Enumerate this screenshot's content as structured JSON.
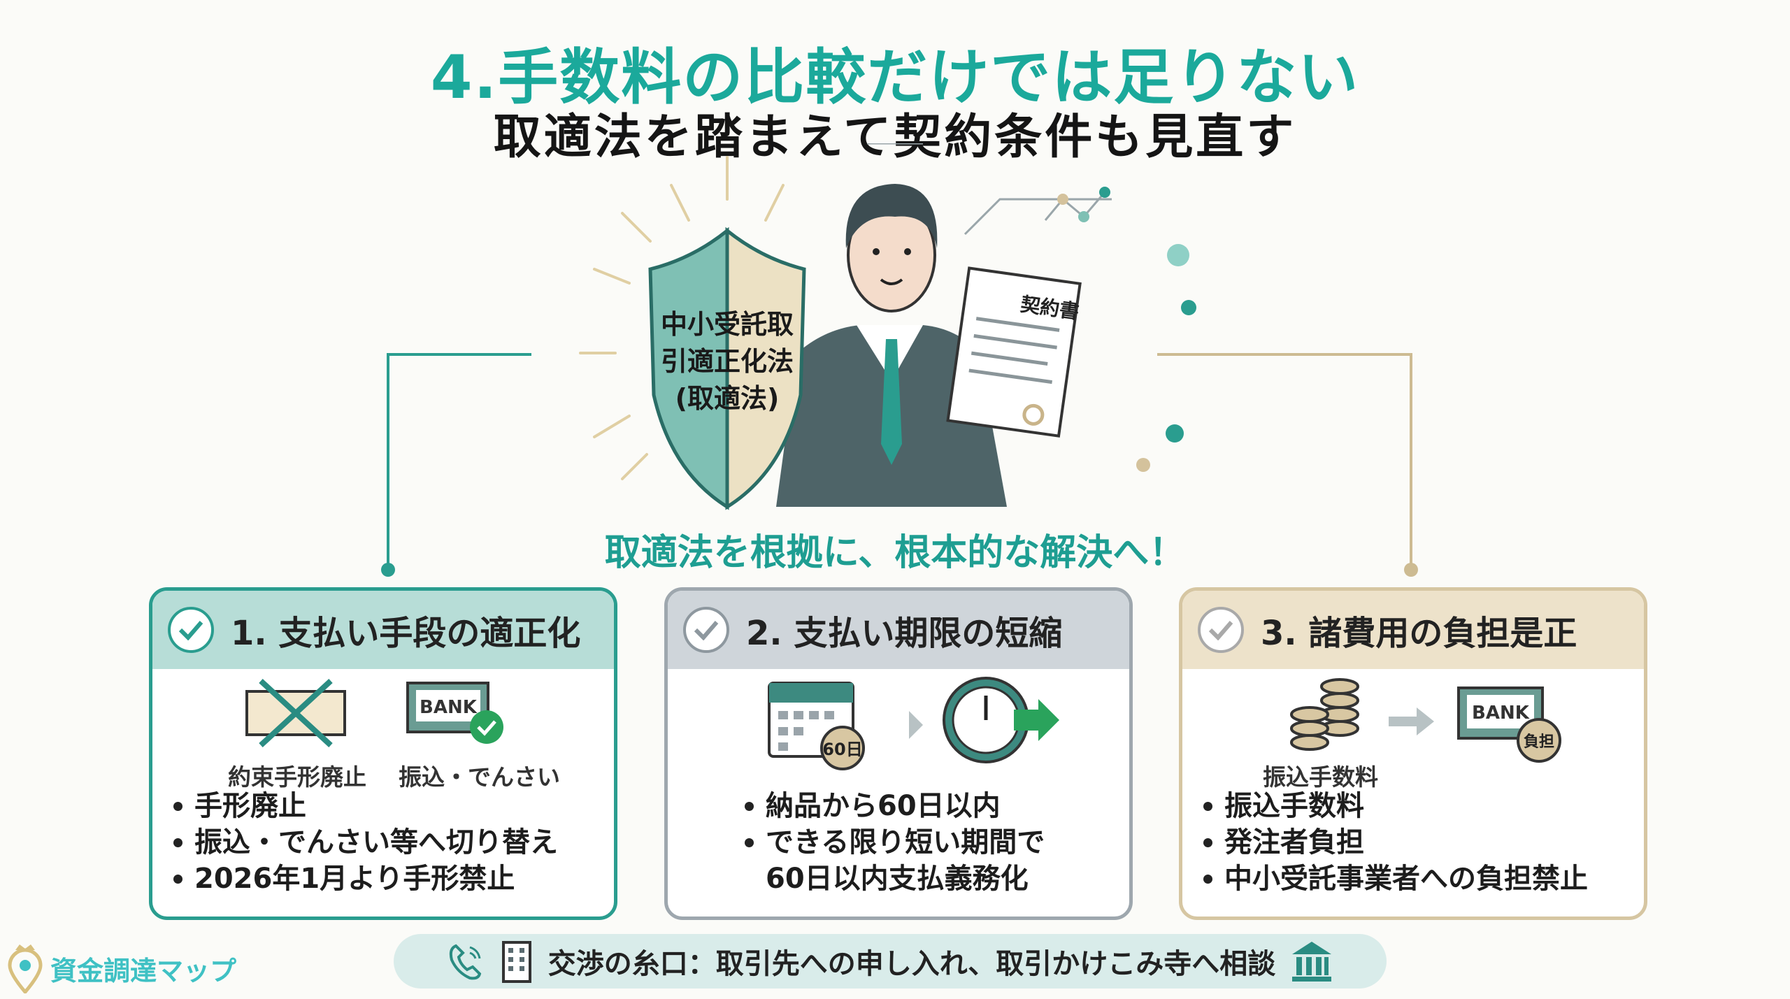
{
  "title": {
    "main": "4.手数料の比較だけでは足りない",
    "sub": "取適法を踏まえて契約条件も見直す"
  },
  "illustration": {
    "shield_text": [
      "中小受託取",
      "引適正化法",
      "(取適法)"
    ],
    "document_title": "契約書"
  },
  "tagline": "取適法を根拠に、根本的な解決へ！",
  "cards": [
    {
      "header": "1. 支払い手段の適正化",
      "icon_labels": [
        "約束手形廃止",
        "振込・でんさい"
      ],
      "bank_label": "BANK",
      "bullets": [
        "手形廃止",
        "振込・でんさい等へ切り替え",
        "2026年1月より手形禁止"
      ]
    },
    {
      "header": "2. 支払い期限の短縮",
      "calendar_badge": "60日",
      "bullets": [
        "納品から60日以内",
        "できる限り短い期間で",
        "60日以内支払義務化"
      ]
    },
    {
      "header": "3. 諸費用の負担是正",
      "icon_labels": [
        "振込手数料"
      ],
      "bank_label": "BANK",
      "bank_badge": "負担",
      "bullets": [
        "振込手数料",
        "発注者負担",
        "中小受託事業者への負担禁止"
      ]
    }
  ],
  "bottom_bar": {
    "text": "交渉の糸口：取引先への申し入れ、取引かけこみ寺へ相談",
    "icons": [
      "phone-icon",
      "building-icon",
      "institution-icon"
    ]
  },
  "logo": {
    "text": "資金調達マップ"
  },
  "colors": {
    "accent": "#1ba99b",
    "card1": "#2a9d8f",
    "card2": "#9ea7ae",
    "card3": "#d6c6a2"
  }
}
